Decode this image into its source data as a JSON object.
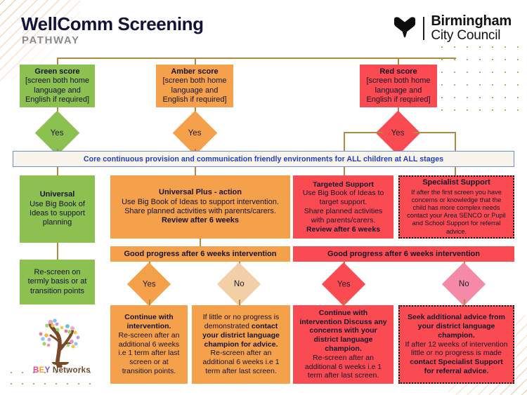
{
  "header": {
    "title": "WellComm Screening",
    "subtitle": "PATHWAY",
    "logo": {
      "name": "birmingham-city-council-logo",
      "line1": "Birmingham",
      "line2": "City Council"
    }
  },
  "scores": [
    {
      "id": "green",
      "heading": "Green score",
      "body": "[screen both home language and English if required]",
      "color": "#8cc152",
      "decision": "Yes"
    },
    {
      "id": "amber",
      "heading": "Amber score",
      "body": "[screen both home language and English if required]",
      "color": "#f5a04b",
      "decision": "Yes"
    },
    {
      "id": "red",
      "heading": "Red score",
      "body": "[screen both home language and English if required]",
      "color": "#fb4b52",
      "decision": "Yes"
    }
  ],
  "core_banner": {
    "text": "Core continuous provision and communication friendly environments for ALL children at ALL stages",
    "text_color": "#2040bb",
    "background": "#f8f4ec",
    "border_color": "#6b8fd4"
  },
  "tiers": {
    "universal": {
      "heading": "Universal",
      "body": "Use Big Book of Ideas to support planning",
      "followup": "Re-screen on termly basis or at transition points",
      "color": "#8cc152"
    },
    "universal_plus": {
      "heading": "Universal Plus - action",
      "line1": "Use Big Book of Ideas to support intervention.",
      "line2": "Share planned activities with parents/carers.",
      "emphasis": "Review after 6 weeks",
      "color": "#f5a04b"
    },
    "targeted": {
      "heading": "Targeted Support",
      "line1": "Use Big Book of Ideas to target support.",
      "line2": "Share planned activities with parents/carers.",
      "emphasis": "Review after 6 weeks",
      "color": "#fb4b52"
    },
    "specialist": {
      "heading": "Specialist Support",
      "body": "If after the first screen you have concerns or knowledge that the child has more complex needs contact your Area SENCO or Pupil and School Support for referral advice.",
      "color": "#fb4b52",
      "border_style": "dotted"
    }
  },
  "progress_strips": [
    {
      "id": "amber-progress",
      "text": "Good progress after 6 weeks intervention",
      "color": "#f5a04b"
    },
    {
      "id": "red-progress",
      "text": "Good progress after 6 weeks intervention",
      "color": "#fb4b52"
    }
  ],
  "decisions": {
    "amber_yes": "Yes",
    "amber_no": "No",
    "red_yes": "Yes",
    "red_no": "No"
  },
  "outcomes": {
    "amber_yes_box": {
      "bold1": "Continue with intervention.",
      "rest": "Re-screen after an additional 6 weeks i.e 1 term after last screen or at transition points.",
      "color": "#f5a04b"
    },
    "amber_no_box": {
      "normal1": "If little or no progress is demonstrated ",
      "bold1": "contact your district language champion for advice.",
      "rest": "Re-screen after an additional 6 weeks i.e 1 term after last screen.",
      "color": "#f5a04b"
    },
    "red_yes_box": {
      "bold1": "Continue with intervention Discuss any concerns with your district language champion.",
      "rest": "Re-screen after an additional 6 weeks i.e 1 term after last screen.",
      "color": "#fb4b52"
    },
    "red_no_box": {
      "bold1": "Seek additional advice from your district language champion.",
      "normal1": "If after 12 weeks of intervention little or no progress is made ",
      "bold2": "contact Specialist Support for referral advice.",
      "color": "#fb4b52",
      "border_style": "dotted"
    }
  },
  "bey_logo": {
    "name": "bey-networks-logo",
    "part_b": "B",
    "part_e": "E",
    "part_y": "Y",
    "part_networks": " Networks"
  }
}
